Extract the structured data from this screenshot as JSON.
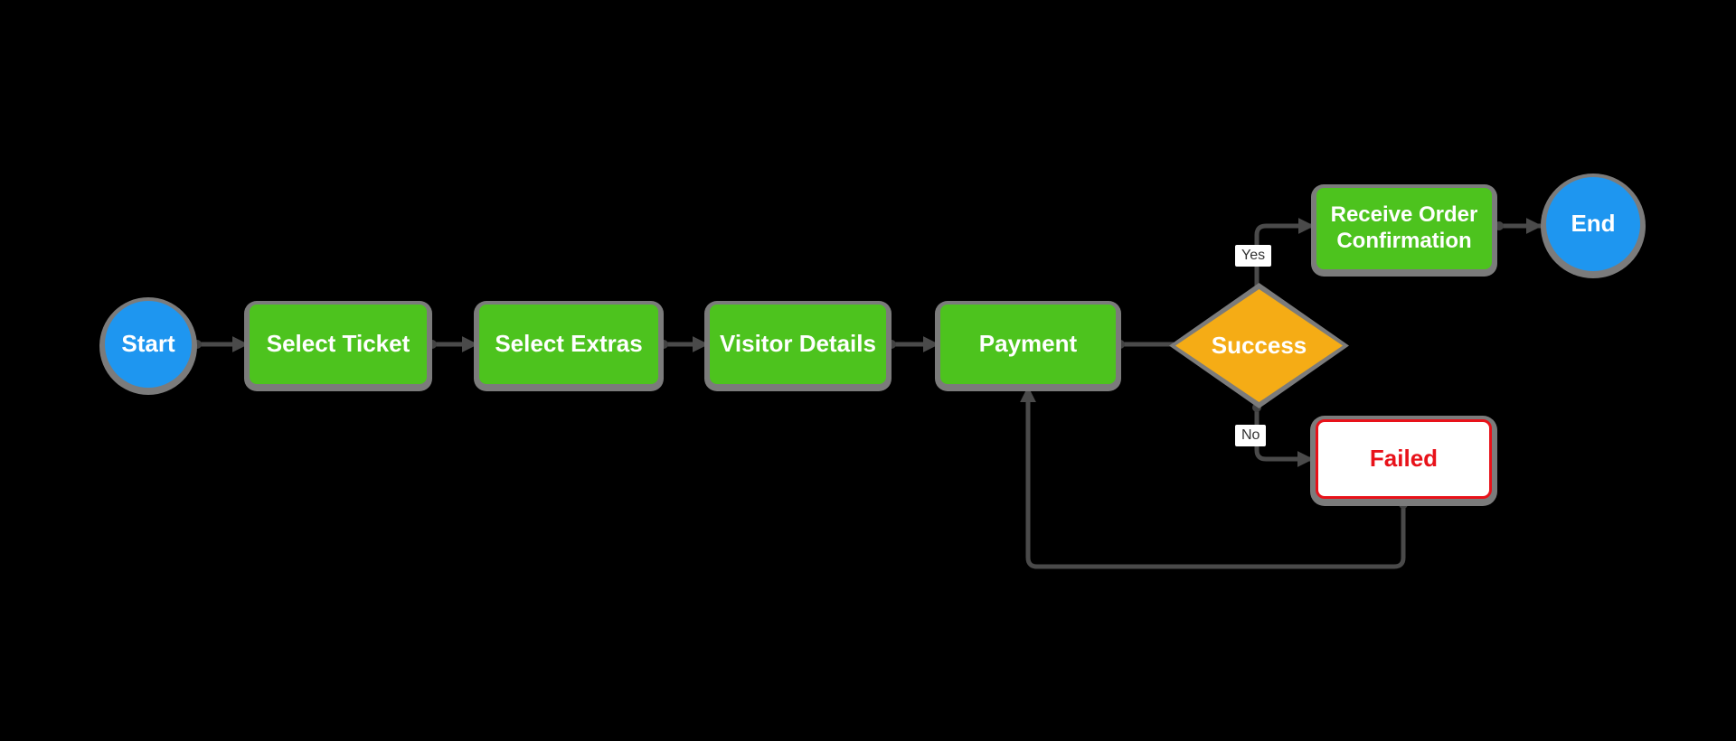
{
  "diagram": {
    "background_color": "#000000",
    "nodes": {
      "start": {
        "label": "Start",
        "shape": "circle",
        "fill": "#1E96F0",
        "text_color": "#FFFFFF"
      },
      "select_ticket": {
        "label": "Select Ticket",
        "shape": "rectangle",
        "fill": "#4DC31E",
        "text_color": "#FFFFFF"
      },
      "select_extras": {
        "label": "Select Extras",
        "shape": "rectangle",
        "fill": "#4DC31E",
        "text_color": "#FFFFFF"
      },
      "visitor_details": {
        "label": "Visitor Details",
        "shape": "rectangle",
        "fill": "#4DC31E",
        "text_color": "#FFFFFF"
      },
      "payment": {
        "label": "Payment",
        "shape": "rectangle",
        "fill": "#4DC31E",
        "text_color": "#FFFFFF"
      },
      "success": {
        "label": "Success",
        "shape": "diamond",
        "fill": "#F5AC15",
        "text_color": "#FFFFFF"
      },
      "receive_order_confirmation": {
        "label": "Receive Order Confirmation",
        "shape": "rectangle",
        "fill": "#4DC31E",
        "text_color": "#FFFFFF"
      },
      "end": {
        "label": "End",
        "shape": "circle",
        "fill": "#1E96F0",
        "text_color": "#FFFFFF"
      },
      "failed": {
        "label": "Failed",
        "shape": "rectangle",
        "fill": "#FFFFFF",
        "border_color": "#E8121A",
        "text_color": "#E8121A"
      }
    },
    "edges": [
      {
        "from": "Start",
        "to": "Select Ticket",
        "label": ""
      },
      {
        "from": "Select Ticket",
        "to": "Select Extras",
        "label": ""
      },
      {
        "from": "Select Extras",
        "to": "Visitor Details",
        "label": ""
      },
      {
        "from": "Visitor Details",
        "to": "Payment",
        "label": ""
      },
      {
        "from": "Payment",
        "to": "Success",
        "label": ""
      },
      {
        "from": "Success",
        "to": "Receive Order Confirmation",
        "label": "Yes"
      },
      {
        "from": "Receive Order Confirmation",
        "to": "End",
        "label": ""
      },
      {
        "from": "Success",
        "to": "Failed",
        "label": "No"
      },
      {
        "from": "Failed",
        "to": "Payment",
        "label": ""
      }
    ],
    "edge_style": {
      "color": "#4A4A4A",
      "width": 5,
      "node_outline_color": "#7B7B7B"
    }
  }
}
